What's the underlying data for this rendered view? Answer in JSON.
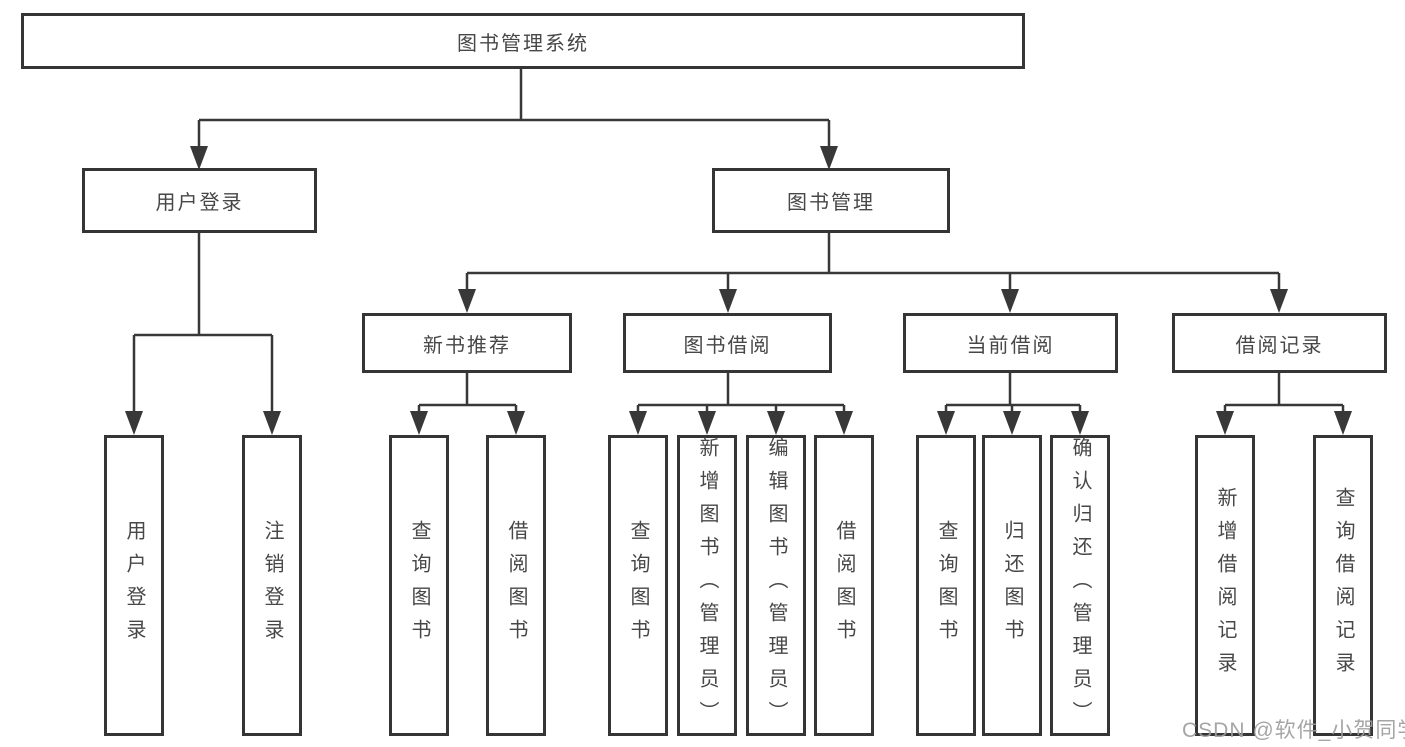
{
  "nodes": {
    "root": {
      "label": "图书管理系统"
    },
    "user_login": {
      "label": "用户登录"
    },
    "book_management": {
      "label": "图书管理"
    },
    "new_book_recommend": {
      "label": "新书推荐"
    },
    "book_borrowing": {
      "label": "图书借阅"
    },
    "current_borrowing": {
      "label": "当前借阅"
    },
    "borrowing_records": {
      "label": "借阅记录"
    }
  },
  "leaves": {
    "login": {
      "label": "用户登录"
    },
    "logout": {
      "label": "注销登录"
    },
    "recommend_query": {
      "label": "查询图书"
    },
    "recommend_borrow": {
      "label": "借阅图书"
    },
    "borrow_query": {
      "label": "查询图书"
    },
    "borrow_add": {
      "label": "新增图书（管理员）"
    },
    "borrow_edit": {
      "label": "编辑图书（管理员）"
    },
    "borrow_borrow": {
      "label": "借阅图书"
    },
    "current_query": {
      "label": "查询图书"
    },
    "current_return": {
      "label": "归还图书"
    },
    "current_confirm": {
      "label": "确认归还（管理员）"
    },
    "records_add": {
      "label": "新增借阅记录"
    },
    "records_query": {
      "label": "查询借阅记录"
    }
  },
  "style": {
    "line_color": "#383838",
    "border_color": "#353535",
    "text_color": "#474747",
    "watermark_color": "#9e9e9e"
  },
  "watermark": {
    "text": "CSDN @软件_小贺同学"
  }
}
